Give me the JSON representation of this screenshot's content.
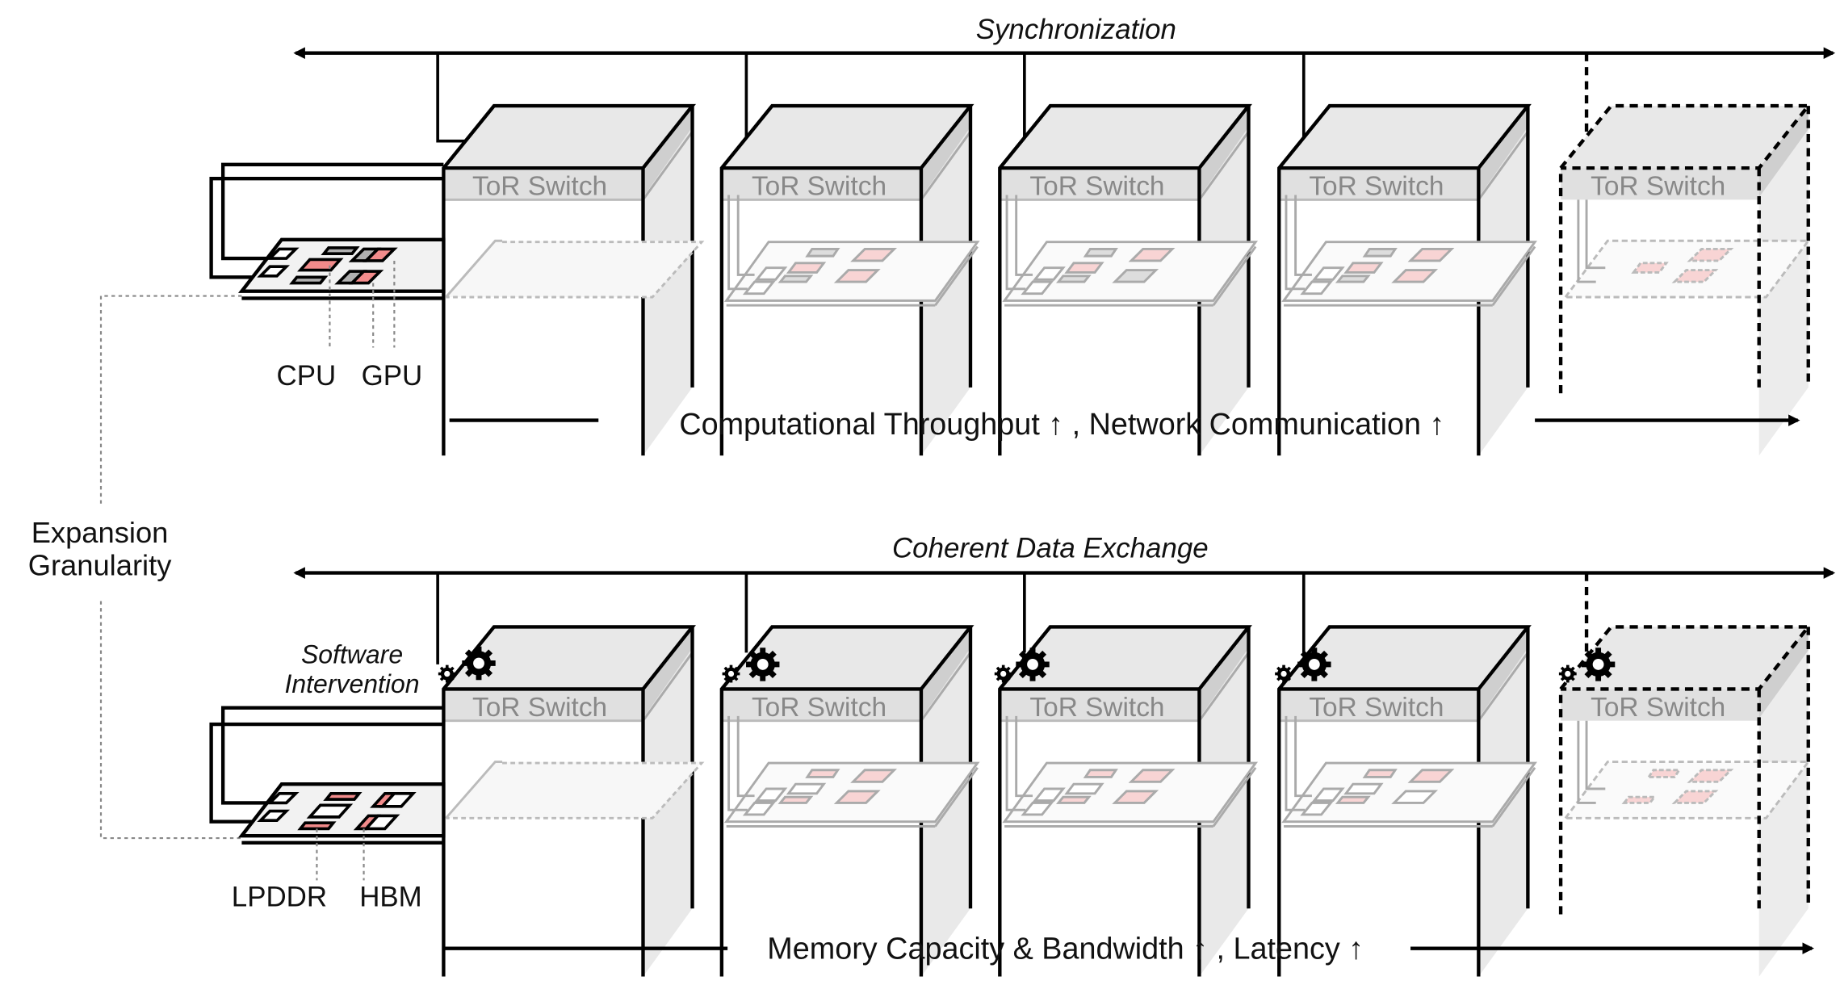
{
  "top_section": {
    "bus_label": "Synchronization",
    "axis_label": "Computational Throughput ↑ , Network Communication ↑",
    "component_labels": {
      "cpu": "CPU",
      "gpu": "GPU"
    },
    "racks": [
      {
        "switch_label": "ToR Switch",
        "state": "existing"
      },
      {
        "switch_label": "ToR Switch",
        "state": "existing"
      },
      {
        "switch_label": "ToR Switch",
        "state": "existing"
      },
      {
        "switch_label": "ToR Switch",
        "state": "existing"
      },
      {
        "switch_label": "ToR Switch",
        "state": "future"
      }
    ]
  },
  "bottom_section": {
    "bus_label": "Coherent Data Exchange",
    "axis_label": "Memory Capacity & Bandwidth ↑ , Latency ↑",
    "software_label_line1": "Software",
    "software_label_line2": "Intervention",
    "component_labels": {
      "lpddr": "LPDDR",
      "hbm": "HBM"
    },
    "racks": [
      {
        "switch_label": "ToR Switch",
        "state": "existing",
        "icon": "gear-icon"
      },
      {
        "switch_label": "ToR Switch",
        "state": "existing",
        "icon": "gear-icon"
      },
      {
        "switch_label": "ToR Switch",
        "state": "existing",
        "icon": "gear-icon"
      },
      {
        "switch_label": "ToR Switch",
        "state": "existing",
        "icon": "gear-icon"
      },
      {
        "switch_label": "ToR Switch",
        "state": "future",
        "icon": "gear-icon"
      }
    ]
  },
  "side_label": {
    "line1": "Expansion",
    "line2": "Granularity"
  },
  "colors": {
    "accent_pink": "#f28b8b",
    "light_pink": "#f8d4d4",
    "gray_chip": "#b0b0b0",
    "rack_top": "#e8e8e8",
    "rack_side": "#cccccc",
    "switch_band": "#e0e0e0"
  }
}
